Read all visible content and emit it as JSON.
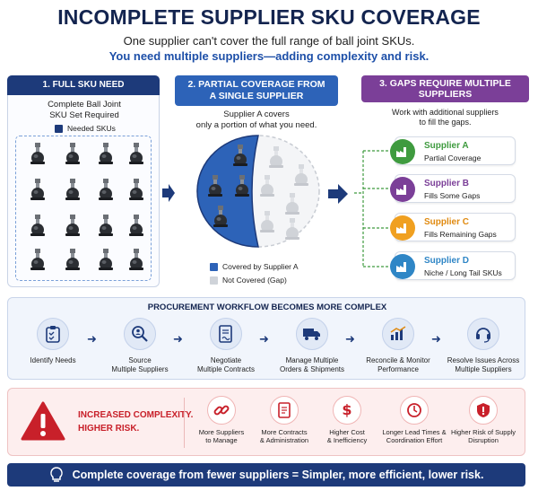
{
  "header": {
    "title": "INCOMPLETE SUPPLIER SKU COVERAGE",
    "subtitle_line1": "One supplier can't cover the full range of ball joint SKUs.",
    "subtitle_line2": "You need multiple suppliers—adding complexity and risk."
  },
  "panel1": {
    "heading": "1. FULL SKU NEED",
    "desc_line1": "Complete Ball Joint",
    "desc_line2": "SKU Set Required",
    "legend": "Needed SKUs"
  },
  "panel2": {
    "heading_line1": "2. PARTIAL COVERAGE FROM",
    "heading_line2": "A SINGLE SUPPLIER",
    "desc_line1": "Supplier A covers",
    "desc_line2": "only a portion of what you need.",
    "legend_covered": "Covered by Supplier A",
    "legend_not_covered": "Not Covered (Gap)"
  },
  "panel3": {
    "heading_line1": "3. GAPS REQUIRE MULTIPLE",
    "heading_line2": "SUPPLIERS",
    "desc_line1": "Work with additional suppliers",
    "desc_line2": "to fill the gaps.",
    "suppliers": [
      {
        "name": "Supplier A",
        "desc": "Partial Coverage",
        "color": "#3f9b3f",
        "icon": "factory-icon"
      },
      {
        "name": "Supplier B",
        "desc": "Fills Some Gaps",
        "color": "#7b3f98",
        "icon": "factory-icon"
      },
      {
        "name": "Supplier C",
        "desc": "Fills Remaining Gaps",
        "color": "#f0a020",
        "icon": "factory-icon"
      },
      {
        "name": "Supplier D",
        "desc": "Niche / Long Tail SKUs",
        "color": "#2f86c6",
        "icon": "factory-icon"
      }
    ]
  },
  "workflow": {
    "title": "PROCUREMENT WORKFLOW BECOMES MORE COMPLEX",
    "steps": [
      {
        "line1": "Identify Needs",
        "line2": "",
        "icon": "clipboard-icon"
      },
      {
        "line1": "Source",
        "line2": "Multiple Suppliers",
        "icon": "search-people-icon"
      },
      {
        "line1": "Negotiate",
        "line2": "Multiple Contracts",
        "icon": "contract-icon"
      },
      {
        "line1": "Manage Multiple",
        "line2": "Orders & Shipments",
        "icon": "truck-icon"
      },
      {
        "line1": "Reconcile & Monitor",
        "line2": "Performance",
        "icon": "chart-icon"
      },
      {
        "line1": "Resolve Issues Across",
        "line2": "Multiple Suppliers",
        "icon": "headset-icon"
      }
    ]
  },
  "complexity": {
    "title_line1": "INCREASED COMPLEXITY.",
    "title_line2": "HIGHER RISK.",
    "items": [
      {
        "line1": "More Suppliers",
        "line2": "to Manage",
        "icon": "link-icon"
      },
      {
        "line1": "More Contracts",
        "line2": "& Administration",
        "icon": "document-icon"
      },
      {
        "line1": "Higher Cost",
        "line2": "& Inefficiency",
        "icon": "dollar-icon"
      },
      {
        "line1": "Longer Lead Times &",
        "line2": "Coordination Effort",
        "icon": "clock-icon"
      },
      {
        "line1": "Higher Risk of Supply",
        "line2": "Disruption",
        "icon": "shield-alert-icon"
      }
    ]
  },
  "footer": {
    "text": "Complete coverage from fewer suppliers = Simpler, more efficient, lower risk."
  },
  "colors": {
    "navy": "#1d3a7a",
    "blue": "#2d63b8",
    "purple": "#7b3f98",
    "red": "#c8202a",
    "gray_part": "#cfd3d9"
  }
}
